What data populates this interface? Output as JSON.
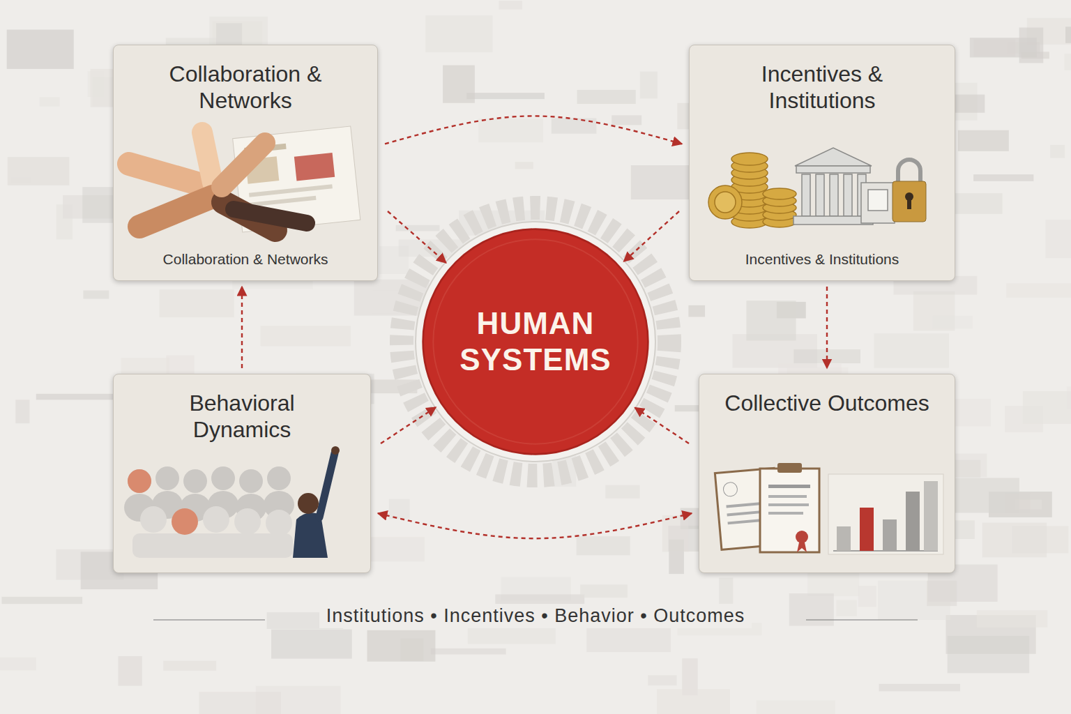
{
  "diagram": {
    "caption": "Institutions • Incentives • Behavior • Outcomes",
    "nodes": [
      {
        "text": [
          "Collaboration & Networks",
          "Collaboration & Networks"
        ]
      },
      {
        "text": [
          "Incentives & Institutions",
          "Incentives & Institutions"
        ]
      },
      {
        "text": [
          "HUMAN SYSTEMS"
        ]
      },
      {
        "text": [
          "Behavioral Dynamics"
        ]
      },
      {
        "text": [
          "Collective Outcomes"
        ]
      }
    ],
    "edges": [
      {
        "from": 0,
        "to": 1,
        "arrow": "to"
      },
      {
        "from": 0,
        "to": 2,
        "arrow": "to"
      },
      {
        "from": 1,
        "to": 2,
        "arrow": "to"
      },
      {
        "from": 1,
        "to": 4,
        "arrow": "to"
      },
      {
        "from": 3,
        "to": 0,
        "arrow": "to"
      },
      {
        "from": 3,
        "to": 2,
        "arrow": "to"
      },
      {
        "from": 4,
        "to": 2,
        "arrow": "to"
      },
      {
        "from": 3,
        "to": 4,
        "arrow": "both"
      }
    ]
  }
}
